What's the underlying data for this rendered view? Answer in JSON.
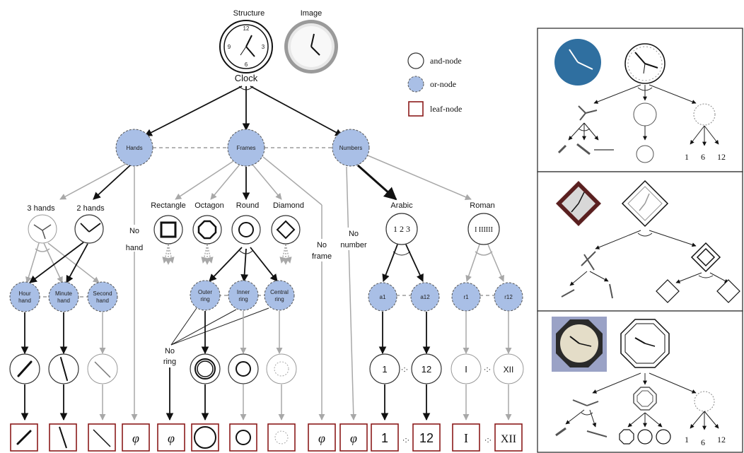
{
  "header": {
    "structure": "Structure",
    "image": "Image",
    "root": "Clock"
  },
  "legend": {
    "and_node": "and-node",
    "or_node": "or-node",
    "leaf_node": "leaf-node"
  },
  "level1": {
    "hands": "Hands",
    "frames": "Frames",
    "numbers": "Numbers"
  },
  "hands": {
    "three": "3 hands",
    "two": "2 hands",
    "no_hand_1": "No",
    "no_hand_2": "hand",
    "hour_1": "Hour",
    "hour_2": "hand",
    "minute_1": "Minute",
    "minute_2": "hand",
    "second_1": "Second",
    "second_2": "hand"
  },
  "frames": {
    "rectangle": "Rectangle",
    "octagon": "Octagon",
    "round": "Round",
    "diamond": "Diamond",
    "no_frame_1": "No",
    "no_frame_2": "frame",
    "outer_1": "Outer",
    "outer_2": "ring",
    "inner_1": "Inner",
    "inner_2": "ring",
    "central_1": "Central",
    "central_2": "ring",
    "no_ring_1": "No",
    "no_ring_2": "ring"
  },
  "numbers": {
    "no_number_1": "No",
    "no_number_2": "number",
    "arabic": "Arabic",
    "roman": "Roman",
    "arabic_sym": "1 2 3",
    "roman_sym": "I IIIIII",
    "a1": "a1",
    "a12": "a12",
    "r1": "r1",
    "r12": "r12",
    "n1": "1",
    "n12": "12",
    "rI": "I",
    "rXII": "XII"
  },
  "leaves": {
    "phi": "φ",
    "l1": "1",
    "l12": "12",
    "lI": "I",
    "lXII": "XII"
  },
  "panels": {
    "p1_n1": "1",
    "p1_n6": "6",
    "p1_n12": "12",
    "p3_n1": "1",
    "p3_n6": "6",
    "p3_n12": "12"
  },
  "colors": {
    "or_node_fill": "#a9bfe6",
    "leaf_border": "#8b1a1a"
  }
}
